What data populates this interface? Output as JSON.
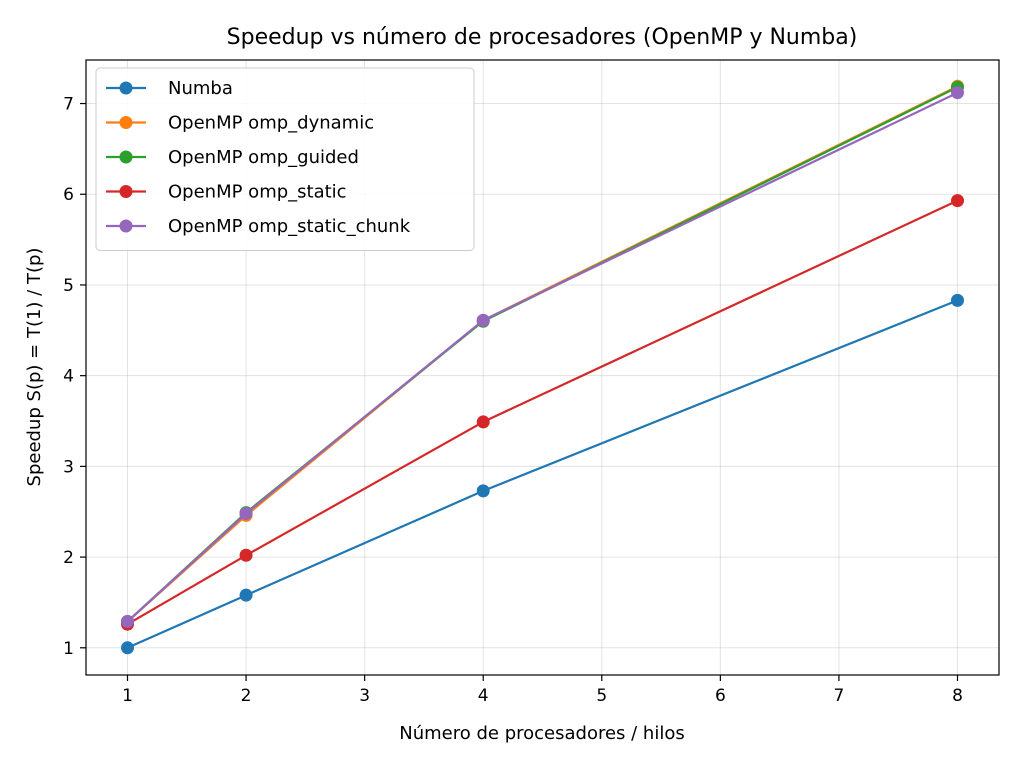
{
  "chart_data": {
    "type": "line",
    "title": "Speedup vs número de procesadores (OpenMP y Numba)",
    "xlabel": "Número de procesadores / hilos",
    "ylabel": "Speedup S(p) = T(1) / T(p)",
    "xlim": [
      0.65,
      8.35
    ],
    "ylim": [
      0.7,
      7.48
    ],
    "xticks": [
      1,
      2,
      3,
      4,
      5,
      6,
      7,
      8
    ],
    "yticks": [
      1,
      2,
      3,
      4,
      5,
      6,
      7
    ],
    "grid": true,
    "legend_position": "top-left",
    "x": [
      1,
      2,
      4,
      8
    ],
    "series": [
      {
        "name": "Numba",
        "color": "#1f77b4",
        "values": [
          1.0,
          1.58,
          2.73,
          4.83
        ]
      },
      {
        "name": "OpenMP omp_dynamic",
        "color": "#ff7f0e",
        "values": [
          1.29,
          2.46,
          4.61,
          7.19
        ]
      },
      {
        "name": "OpenMP omp_guided",
        "color": "#2ca02c",
        "values": [
          1.29,
          2.49,
          4.6,
          7.18
        ]
      },
      {
        "name": "OpenMP omp_static",
        "color": "#d62728",
        "values": [
          1.26,
          2.02,
          3.49,
          5.93
        ]
      },
      {
        "name": "OpenMP omp_static_chunk",
        "color": "#9467bd",
        "values": [
          1.29,
          2.48,
          4.61,
          7.12
        ]
      }
    ]
  }
}
